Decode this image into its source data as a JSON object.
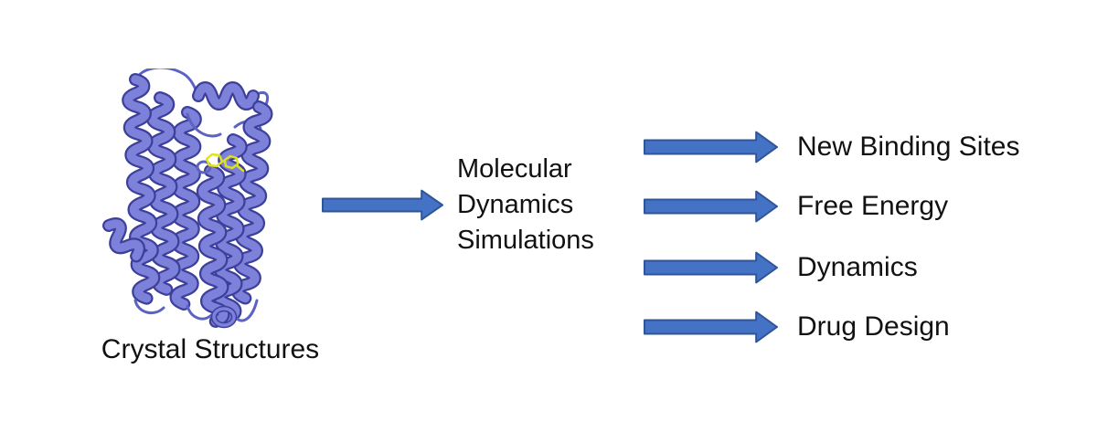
{
  "diagram": {
    "source_label": "Crystal Structures",
    "source_image": "protein-ribbon-crystal-structure",
    "process_lines": [
      "Molecular",
      "Dynamics",
      "Simulations"
    ],
    "outputs": [
      "New Binding Sites",
      "Free Energy",
      "Dynamics",
      "Drug Design"
    ],
    "colors": {
      "arrow-fill": "#4472C4",
      "arrow-stroke": "#2F5597",
      "helix-light": "#7d81da",
      "helix-dark": "#3c409a",
      "helix-loop": "#5d63c4",
      "ligand": "#e2e218",
      "text": "#111111"
    }
  }
}
